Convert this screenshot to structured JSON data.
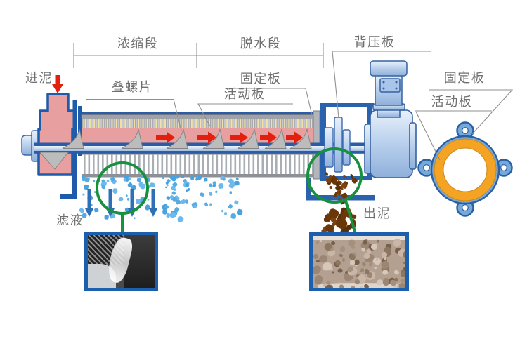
{
  "diagram": {
    "labels": {
      "inlet": "进泥",
      "thickening_section": "浓缩段",
      "dewatering_section": "脱水段",
      "back_pressure_plate": "背压板",
      "screw_flights": "叠螺片",
      "fixed_plate_left": "固定板",
      "movable_plate_left": "活动板",
      "fixed_plate_right": "固定板",
      "movable_plate_right": "活动板",
      "filtrate": "滤液",
      "sludge_out": "出泥"
    },
    "icons": {
      "inlet_flow": "red-down-arrow",
      "screw_flow": "red-right-arrows",
      "filtrate_flow": "blue-down-arrows",
      "magnifier_left": "green-circle-callout",
      "magnifier_right": "green-circle-callout"
    },
    "colors": {
      "outline_blue": "#1e5cab",
      "frame_blue": "#2b62ae",
      "steel_light_blue": "#bcd2ee",
      "sludge_pink": "#e79f9f",
      "flow_red": "#e3200d",
      "fin_gray": "#bcbcbc",
      "ring_yellow_stripe": "#f3e2a8",
      "ring_orange": "#f4a422",
      "ring_blue": "#74a9dd",
      "callout_green": "#17913d",
      "droplet_blue": "#55abe4",
      "sludge_brown": "#6a3708",
      "label_gray": "#6f6f6f"
    }
  }
}
